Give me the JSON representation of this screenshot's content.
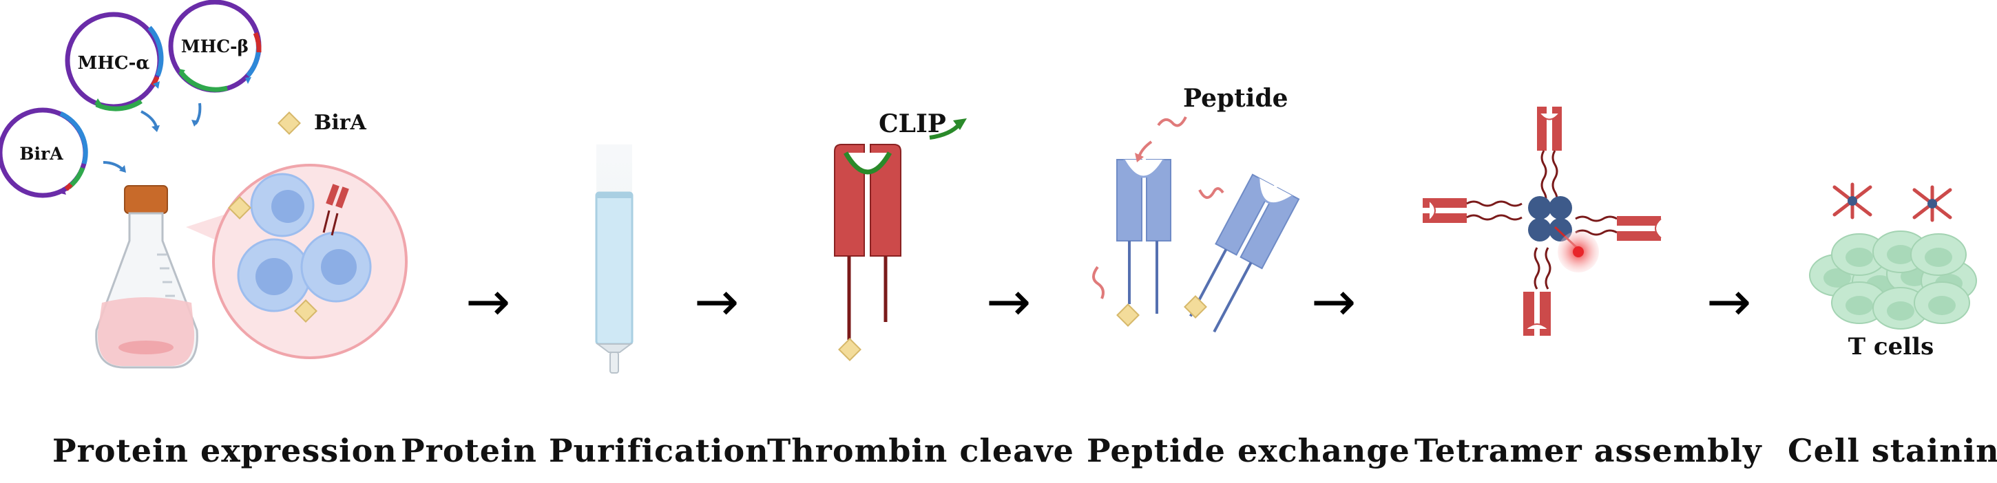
{
  "stages": [
    {
      "label": "Protein expression"
    },
    {
      "label": "Protein Purification"
    },
    {
      "label": "Thrombin cleave"
    },
    {
      "label": "Peptide exchange"
    },
    {
      "label": "Tetramer assembly"
    },
    {
      "label": "Cell staining"
    }
  ],
  "arrow_glyph": "→",
  "annotations": {
    "plasmid_mhc_alpha": "MHC-α",
    "plasmid_mhc_beta": "MHC-β",
    "plasmid_bira": "BirA",
    "bira_enzyme": "BirA",
    "clip": "CLIP",
    "peptide": "Peptide",
    "t_cells": "T cells"
  },
  "colors": {
    "plasmid_ring": "#6a2ca8",
    "plasmid_blue": "#2e88d8",
    "plasmid_green": "#2fa84c",
    "plasmid_red": "#d12b2b",
    "mhc_red": "#cc4a4a",
    "mhc_dark_red": "#7a1a1a",
    "mhc_blue": "#90a8db",
    "mhc_blue_dark": "#5570b0",
    "biotin_tag": "#f3dc9a",
    "streptavidin": "#3d5a8a",
    "flask_cap": "#c86a2a",
    "cell_blue": "#9dbdee",
    "t_cell_green": "#bfe5cc",
    "fluor_red": "#e8252a",
    "clip_green": "#2a8a2a"
  }
}
